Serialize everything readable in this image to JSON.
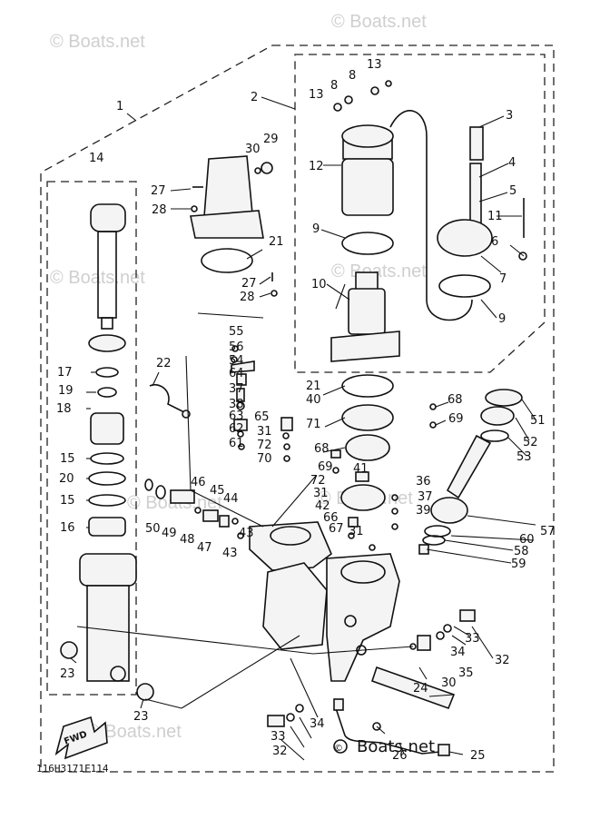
{
  "watermark": "© Boats.net",
  "drawing_code": "116H3171F114",
  "fwd_label": "FWD",
  "footer_mark": "Boats.net",
  "parts": [
    {
      "id": "p1",
      "num": "1"
    },
    {
      "id": "p2",
      "num": "2"
    },
    {
      "id": "p3",
      "num": "3"
    },
    {
      "id": "p4",
      "num": "4"
    },
    {
      "id": "p5",
      "num": "5"
    },
    {
      "id": "p6",
      "num": "6"
    },
    {
      "id": "p7",
      "num": "7"
    },
    {
      "id": "p8a",
      "num": "8"
    },
    {
      "id": "p8b",
      "num": "8"
    },
    {
      "id": "p9a",
      "num": "9"
    },
    {
      "id": "p9b",
      "num": "9"
    },
    {
      "id": "p10",
      "num": "10"
    },
    {
      "id": "p11",
      "num": "11"
    },
    {
      "id": "p12",
      "num": "12"
    },
    {
      "id": "p13a",
      "num": "13"
    },
    {
      "id": "p13b",
      "num": "13"
    },
    {
      "id": "p14",
      "num": "14"
    },
    {
      "id": "p15a",
      "num": "15"
    },
    {
      "id": "p15b",
      "num": "15"
    },
    {
      "id": "p16",
      "num": "16"
    },
    {
      "id": "p17",
      "num": "17"
    },
    {
      "id": "p18",
      "num": "18"
    },
    {
      "id": "p19",
      "num": "19"
    },
    {
      "id": "p20",
      "num": "20"
    },
    {
      "id": "p21a",
      "num": "21"
    },
    {
      "id": "p21b",
      "num": "21"
    },
    {
      "id": "p22",
      "num": "22"
    },
    {
      "id": "p23a",
      "num": "23"
    },
    {
      "id": "p23b",
      "num": "23"
    },
    {
      "id": "p24",
      "num": "24"
    },
    {
      "id": "p25",
      "num": "25"
    },
    {
      "id": "p26",
      "num": "26"
    },
    {
      "id": "p27a",
      "num": "27"
    },
    {
      "id": "p27b",
      "num": "27"
    },
    {
      "id": "p28a",
      "num": "28"
    },
    {
      "id": "p28b",
      "num": "28"
    },
    {
      "id": "p29",
      "num": "29"
    },
    {
      "id": "p30a",
      "num": "30"
    },
    {
      "id": "p30b",
      "num": "30"
    },
    {
      "id": "p31a",
      "num": "31"
    },
    {
      "id": "p31b",
      "num": "31"
    },
    {
      "id": "p31c",
      "num": "31"
    },
    {
      "id": "p32a",
      "num": "32"
    },
    {
      "id": "p32b",
      "num": "32"
    },
    {
      "id": "p33a",
      "num": "33"
    },
    {
      "id": "p33b",
      "num": "33"
    },
    {
      "id": "p34a",
      "num": "34"
    },
    {
      "id": "p34b",
      "num": "34"
    },
    {
      "id": "p35",
      "num": "35"
    },
    {
      "id": "p36",
      "num": "36"
    },
    {
      "id": "p37a",
      "num": "37"
    },
    {
      "id": "p37b",
      "num": "37"
    },
    {
      "id": "p38",
      "num": "38"
    },
    {
      "id": "p39",
      "num": "39"
    },
    {
      "id": "p40",
      "num": "40"
    },
    {
      "id": "p41",
      "num": "41"
    },
    {
      "id": "p42",
      "num": "42"
    },
    {
      "id": "p43a",
      "num": "43"
    },
    {
      "id": "p43b",
      "num": "43"
    },
    {
      "id": "p44",
      "num": "44"
    },
    {
      "id": "p45",
      "num": "45"
    },
    {
      "id": "p46",
      "num": "46"
    },
    {
      "id": "p47",
      "num": "47"
    },
    {
      "id": "p48",
      "num": "48"
    },
    {
      "id": "p49",
      "num": "49"
    },
    {
      "id": "p50",
      "num": "50"
    },
    {
      "id": "p51",
      "num": "51"
    },
    {
      "id": "p52",
      "num": "52"
    },
    {
      "id": "p53",
      "num": "53"
    },
    {
      "id": "p54",
      "num": "54"
    },
    {
      "id": "p55",
      "num": "55"
    },
    {
      "id": "p56",
      "num": "56"
    },
    {
      "id": "p57",
      "num": "57"
    },
    {
      "id": "p58",
      "num": "58"
    },
    {
      "id": "p59",
      "num": "59"
    },
    {
      "id": "p60",
      "num": "60"
    },
    {
      "id": "p61",
      "num": "61"
    },
    {
      "id": "p62",
      "num": "62"
    },
    {
      "id": "p63",
      "num": "63"
    },
    {
      "id": "p64",
      "num": "64"
    },
    {
      "id": "p65",
      "num": "65"
    },
    {
      "id": "p66",
      "num": "66"
    },
    {
      "id": "p67",
      "num": "67"
    },
    {
      "id": "p68a",
      "num": "68"
    },
    {
      "id": "p68b",
      "num": "68"
    },
    {
      "id": "p69a",
      "num": "69"
    },
    {
      "id": "p69b",
      "num": "69"
    },
    {
      "id": "p70",
      "num": "70"
    },
    {
      "id": "p71",
      "num": "71"
    },
    {
      "id": "p72a",
      "num": "72"
    },
    {
      "id": "p72b",
      "num": "72"
    }
  ]
}
